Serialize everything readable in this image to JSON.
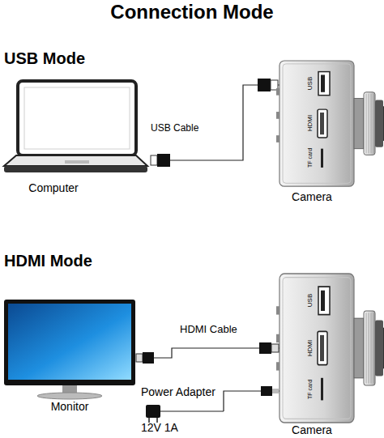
{
  "diagram": {
    "title": "Connection Mode",
    "nodes": [
      {
        "text": [
          "Computer"
        ]
      },
      {
        "text": [
          "Camera"
        ]
      },
      {
        "text": [
          "Monitor"
        ]
      },
      {
        "text": [
          "Power Adapter",
          "12V 1A"
        ]
      },
      {
        "text": [
          "Camera"
        ]
      }
    ],
    "edges": [
      {
        "from": 0,
        "to": 1,
        "label": "USB Cable",
        "arrow": "none"
      },
      {
        "from": 2,
        "to": 4,
        "label": "HDMI Cable",
        "arrow": "none"
      },
      {
        "from": 3,
        "to": 4,
        "arrow": "none"
      }
    ],
    "labels": [
      "USB Mode",
      "USB",
      "HDMI",
      "TF card",
      "HDMI Mode",
      "USB",
      "HDMI",
      "TF card"
    ]
  }
}
